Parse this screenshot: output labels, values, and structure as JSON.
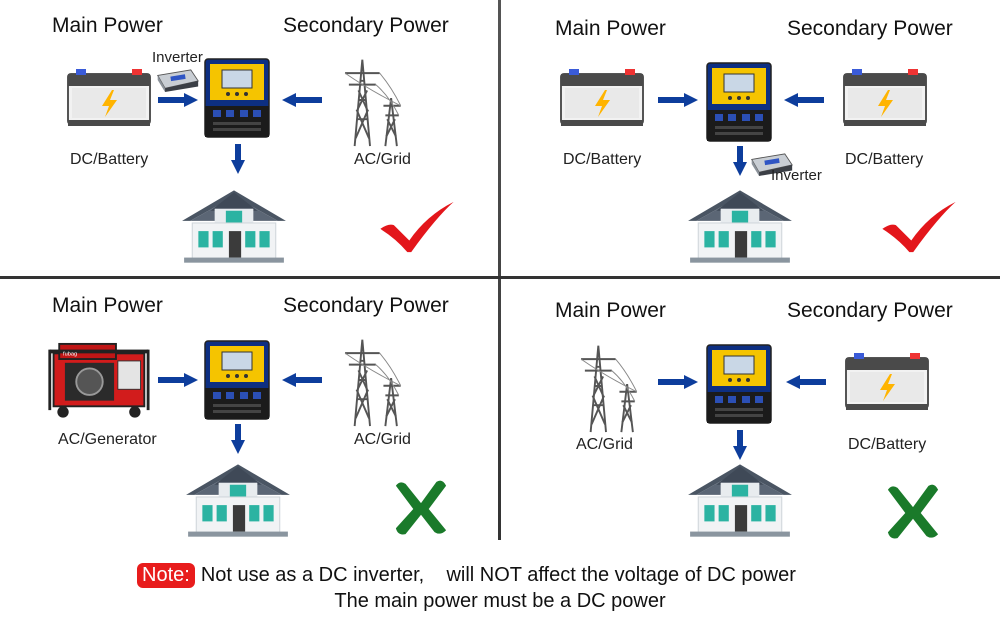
{
  "panels": [
    {
      "main_power_title": "Main Power",
      "secondary_power_title": "Secondary Power",
      "main_source_label": "DC/Battery",
      "secondary_source_label": "AC/Grid",
      "inverter_label": "Inverter",
      "main_source_icon": "battery-icon",
      "secondary_source_icon": "power-tower-icon",
      "verdict": "check"
    },
    {
      "main_power_title": "Main Power",
      "secondary_power_title": "Secondary Power",
      "main_source_label": "DC/Battery",
      "secondary_source_label": "DC/Battery",
      "inverter_label": "Inverter",
      "main_source_icon": "battery-icon",
      "secondary_source_icon": "battery-icon",
      "verdict": "check"
    },
    {
      "main_power_title": "Main Power",
      "secondary_power_title": "Secondary Power",
      "main_source_label": "AC/Generator",
      "secondary_source_label": "AC/Grid",
      "main_source_icon": "generator-icon",
      "secondary_source_icon": "power-tower-icon",
      "verdict": "cross"
    },
    {
      "main_power_title": "Main Power",
      "secondary_power_title": "Secondary Power",
      "main_source_label": "AC/Grid",
      "secondary_source_label": "DC/Battery",
      "main_source_icon": "power-tower-icon",
      "secondary_source_icon": "battery-icon",
      "verdict": "cross"
    }
  ],
  "note": {
    "badge": "Note:",
    "line1": "Not use as a DC inverter,    will NOT affect the voltage of DC power",
    "line2": "The main power must be a DC power"
  },
  "colors": {
    "arrow": "#0d3d9c",
    "check": "#e3161b",
    "cross": "#1a7a2a",
    "note_badge": "#e81c1c"
  }
}
